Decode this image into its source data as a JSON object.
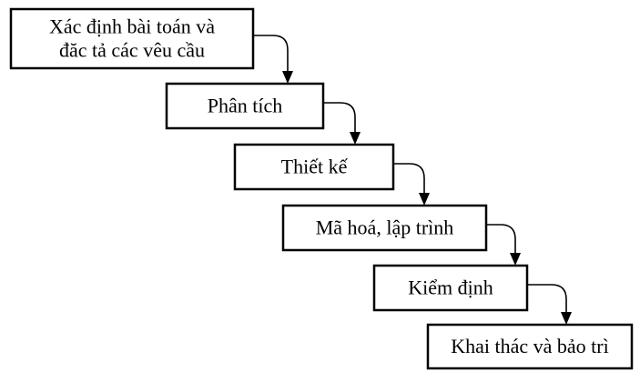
{
  "diagram": {
    "type": "waterfall-process",
    "steps": [
      {
        "lines": [
          "Xác định bài toán và",
          "đăc tả các vêu cầu"
        ]
      },
      {
        "lines": [
          "Phân tích"
        ]
      },
      {
        "lines": [
          "Thiết kế"
        ]
      },
      {
        "lines": [
          "Mã hoá, lập trình"
        ]
      },
      {
        "lines": [
          "Kiểm định"
        ]
      },
      {
        "lines": [
          "Khai thác và bảo trì"
        ]
      }
    ]
  }
}
